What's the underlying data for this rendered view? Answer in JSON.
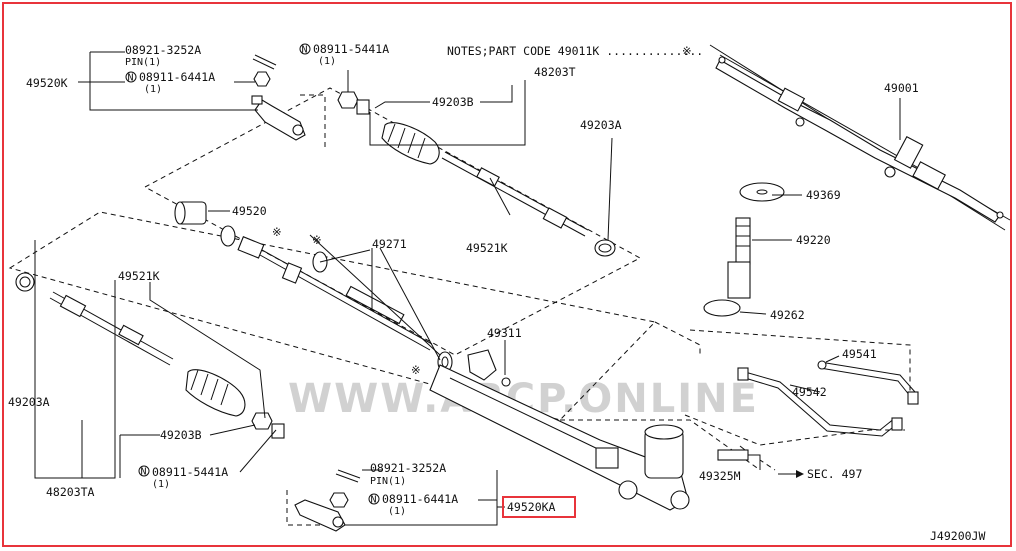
{
  "diagram_id": "J49200JW",
  "notes": {
    "text": "NOTES;PART CODE  49011K ..............",
    "symbol": "※"
  },
  "watermark": "WWW.ABCP.ONLINE",
  "highlight_color": "#e8343b",
  "labels": {
    "p49520K": "49520K",
    "p08921_top": "08921-3252A",
    "pin_top": "PIN(1)",
    "n_08911_6441A_top": "08911-6441A",
    "qty_1_a": "(1)",
    "n_08911_5441A_top": "08911-5441A",
    "qty_1_b": "(1)",
    "p48203T": "48203T",
    "p49203B_top": "49203B",
    "p49203A_top": "49203A",
    "p49001": "49001",
    "p49520": "49520",
    "p49271": "49271",
    "p49521K_top": "49521K",
    "p49369": "49369",
    "p49220": "49220",
    "p49262": "49262",
    "p49521K_left": "49521K",
    "p49311": "49311",
    "p49541": "49541",
    "p49542": "49542",
    "p49203A_left": "49203A",
    "p49203B_bot": "49203B",
    "p48203TA": "48203TA",
    "n_08911_5441A_bot": "08911-5441A",
    "qty_1_c": "(1)",
    "p08921_bot": "08921-3252A",
    "pin_bot": "PIN(1)",
    "n_08911_6441A_bot": "08911-6441A",
    "qty_1_d": "(1)",
    "p49520KA": "49520KA",
    "p49325M": "49325M",
    "sec497": "SEC. 497",
    "star": "※"
  }
}
